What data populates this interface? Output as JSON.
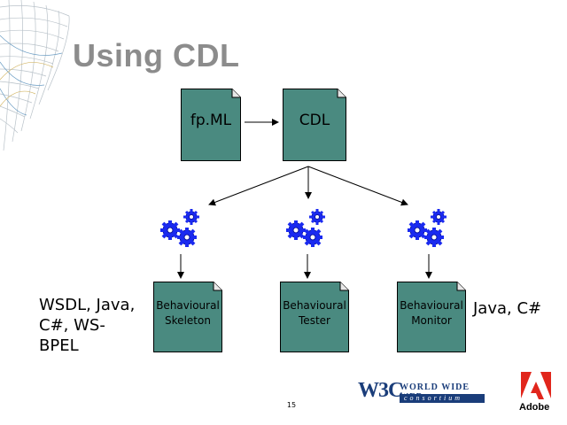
{
  "slide": {
    "title": "Using CDL",
    "page_number": "15"
  },
  "documents": {
    "fpml": "fp.ML",
    "cdl": "CDL",
    "skeleton": "Behavioural\nSkeleton",
    "tester": "Behavioural\nTester",
    "monitor": "Behavioural\nMonitor"
  },
  "side_labels": {
    "left": "WSDL, Java,\nC#, WS-\nBPEL",
    "right": "Java, C#"
  },
  "logos": {
    "w3c_mark": "W3C",
    "w3c_name": "World Wide Web",
    "w3c_consortium": "consortium",
    "adobe": "Adobe"
  },
  "colors": {
    "document_fill": "#4a8a80",
    "gear_fill": "#1a2af0",
    "title_color": "#8c8c8c",
    "adobe_red": "#e1261c",
    "w3c_blue": "#1a3d7a"
  },
  "icons": [
    "gears-icon",
    "document-icon",
    "arrow-icon"
  ]
}
